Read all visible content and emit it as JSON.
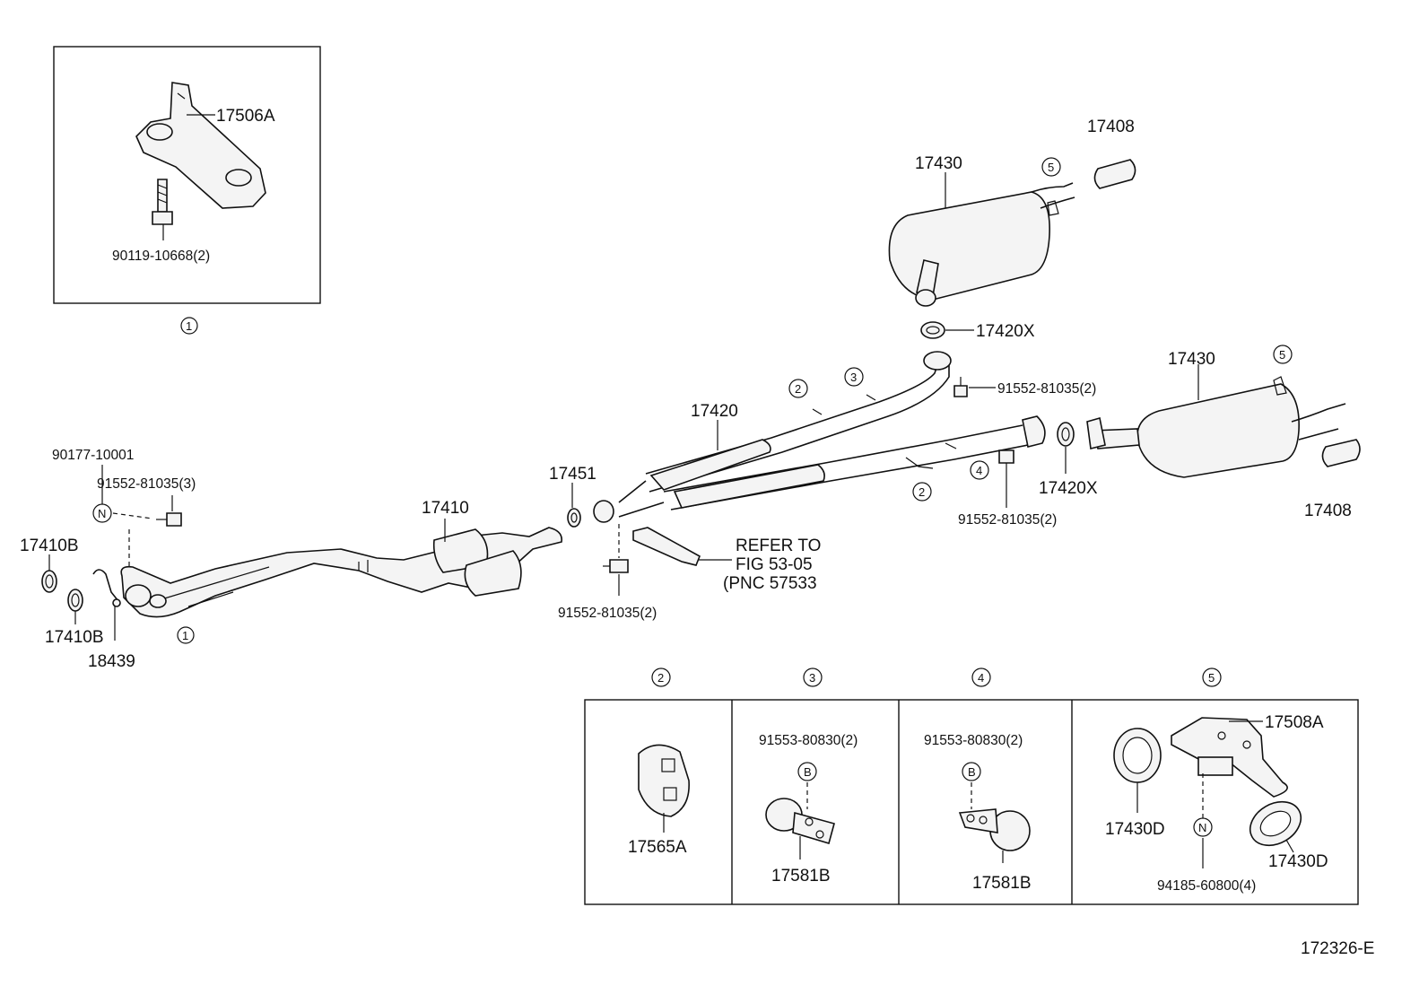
{
  "diagram_id": "172326-E",
  "circled_refs": {
    "r1": "1",
    "r2": "2",
    "r3": "3",
    "r4": "4",
    "r5": "5",
    "N": "N",
    "B": "B"
  },
  "inset": {
    "bracket_part": "17506A",
    "bolt_part": "90119-10668(2)"
  },
  "parts": {
    "p17408": "17408",
    "p17430": "17430",
    "p17420x": "17420X",
    "p17420": "17420",
    "p17451": "17451",
    "p17410": "17410",
    "p17410b": "17410B",
    "p18439": "18439",
    "p90177": "90177-10001",
    "bolt_3": "91552-81035(3)",
    "bolt_2": "91552-81035(2)"
  },
  "refer": {
    "line1": "REFER TO",
    "line2": "FIG  53-05",
    "line3": "(PNC  57533"
  },
  "detail": {
    "hanger": "17565A",
    "clamp": "17581B",
    "bolt_b": "91553-80830(2)",
    "bracket": "17508A",
    "cushion": "17430D",
    "nut": "94185-60800(4)"
  }
}
